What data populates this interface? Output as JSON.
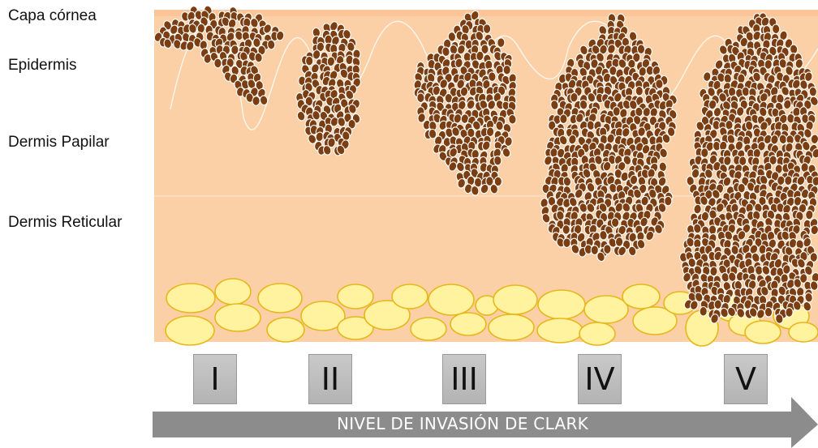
{
  "layers": [
    "Capa córnea",
    "Epidermis",
    "Dermis Papilar",
    "Dermis Reticular"
  ],
  "levels": [
    "I",
    "II",
    "III",
    "IV",
    "V"
  ],
  "arrow_label": "NIVEL DE INVASIÓN DE CLARK",
  "colors": {
    "skin": "#fcd0a6",
    "cell_fill": "#7a3e12",
    "cell_stroke": "#ffffff",
    "fat_fill": "#fff3a0",
    "fat_stroke": "#e8b61a",
    "level_box": "#c0c0c0",
    "arrow": "#8c8c8c"
  }
}
